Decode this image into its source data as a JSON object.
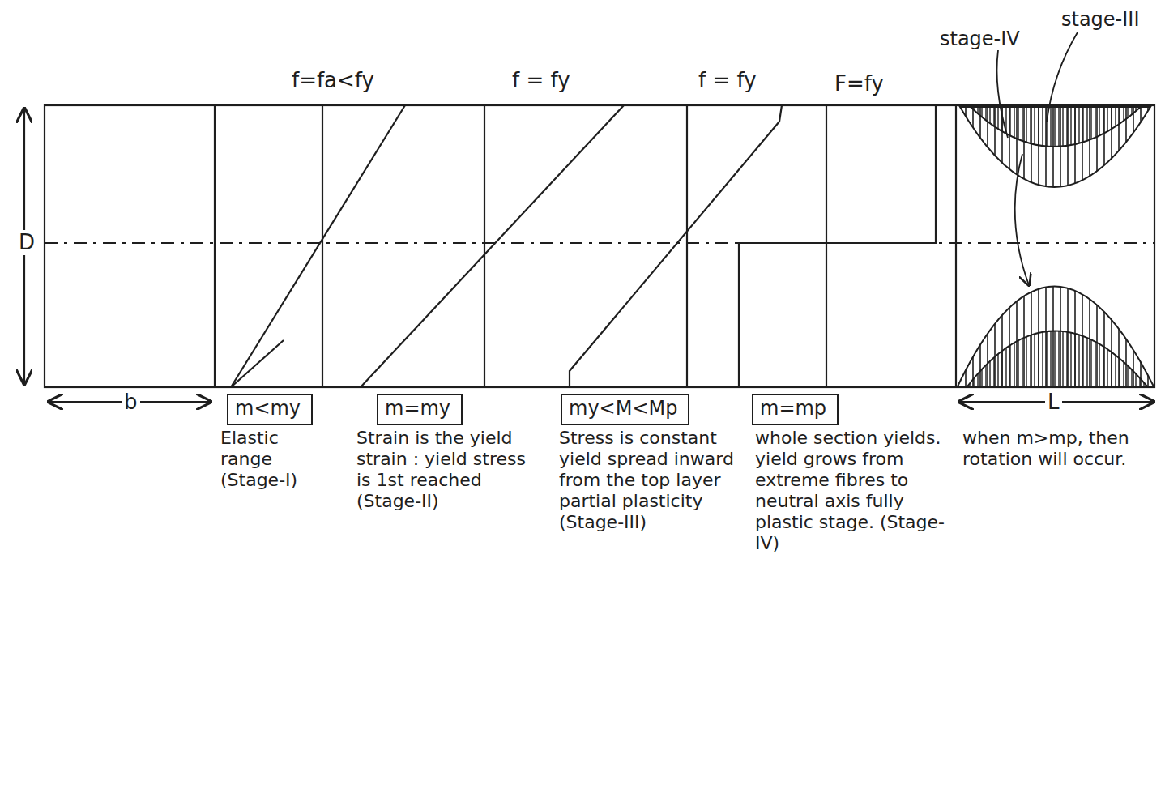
{
  "diagram": {
    "nodes": [
      {
        "text": [
          "m<my"
        ]
      },
      {
        "text": [
          "m=my"
        ]
      },
      {
        "text": [
          "my<M<Mp"
        ]
      },
      {
        "text": [
          "m=mp"
        ]
      }
    ],
    "labels": [
      "f=fa<fy",
      "f = fy",
      "f = fy",
      "F=fy",
      "stage-IV",
      "stage-III",
      "D",
      "b",
      "L",
      "Elastic range (Stage-I)",
      "Strain is the yield strain : yield stress is 1st reached (Stage-II)",
      "Stress is constant yield spread inward from the top layer partial plasticity (Stage-III)",
      "whole section yields. yield grows from extreme fibres to neutral axis fully plastic stage. (Stage-IV)",
      "when m>mp, then rotation will occur."
    ]
  }
}
